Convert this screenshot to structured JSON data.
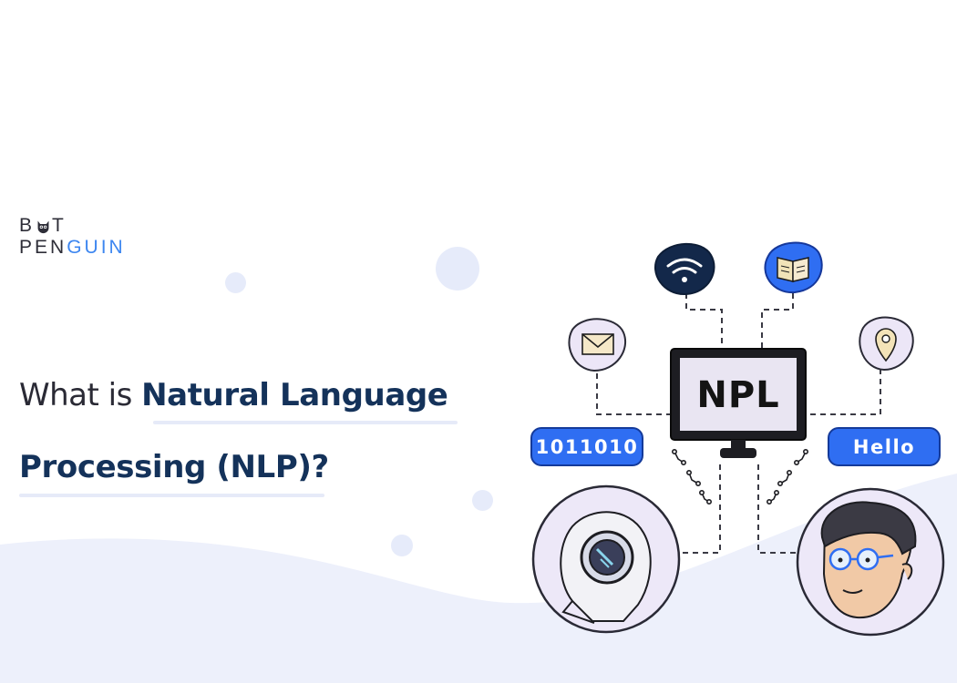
{
  "logo": {
    "line1_pre": "B",
    "line1_post": "T",
    "line2_dark": "PEN",
    "line2_blue": "GUIN"
  },
  "headline": {
    "line1_light": "What is ",
    "line1_bold": "Natural Language",
    "line2_bold": "Processing (NLP)?"
  },
  "diagram": {
    "monitor_label": "NPL",
    "left_badge": "1011010",
    "right_badge": "Hello",
    "icons": [
      "wifi-icon",
      "book-icon",
      "envelope-icon",
      "location-pin-icon",
      "robot-icon",
      "person-icon"
    ]
  },
  "colors": {
    "accent": "#2f6ef2",
    "navy": "#14325a",
    "wave": "#edf0fb",
    "logo_blue": "#3d86f0"
  }
}
